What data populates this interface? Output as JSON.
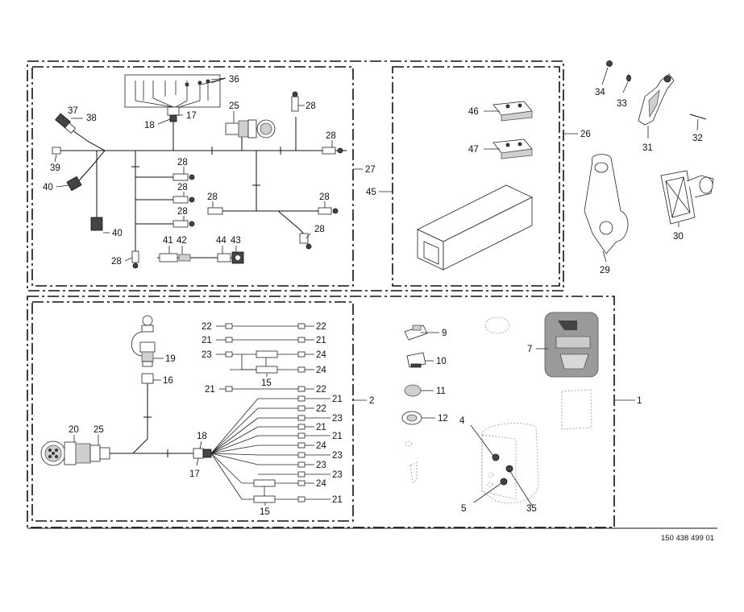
{
  "diagram": {
    "drawing_number": "150 438 499 01",
    "labels": {
      "n1": "1",
      "n2": "2",
      "n4": "4",
      "n5": "5",
      "n7": "7",
      "n9": "9",
      "n10": "10",
      "n11": "11",
      "n12": "12",
      "n15": "15",
      "n16": "16",
      "n17": "17",
      "n18": "18",
      "n19": "19",
      "n20": "20",
      "n21": "21",
      "n22": "22",
      "n23": "23",
      "n24": "24",
      "n25": "25",
      "n26": "26",
      "n27": "27",
      "n28": "28",
      "n29": "29",
      "n30": "30",
      "n31": "31",
      "n32": "32",
      "n33": "33",
      "n34": "34",
      "n35": "35",
      "n36": "36",
      "n37": "37",
      "n38": "38",
      "n39": "39",
      "n40": "40",
      "n41": "41",
      "n42": "42",
      "n43": "43",
      "n44": "44",
      "n45": "45",
      "n46": "46",
      "n47": "47"
    }
  }
}
